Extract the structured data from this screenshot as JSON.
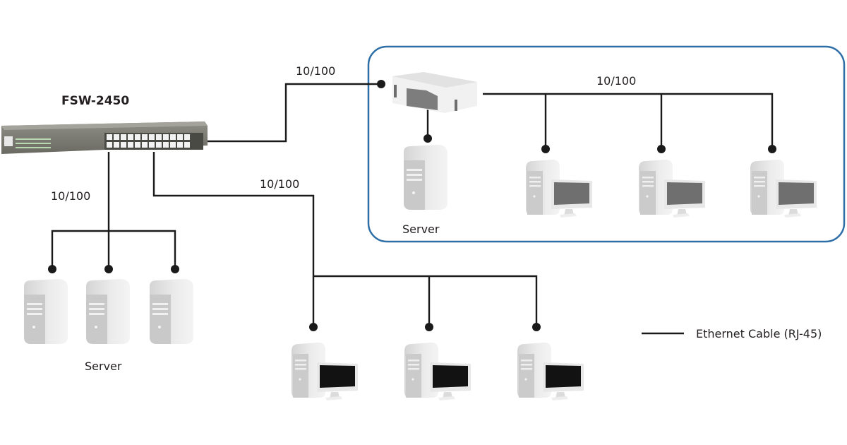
{
  "diagram": {
    "switch_label": "FSW-2450",
    "speed_labels": {
      "uplink": "10/100",
      "subnet": "10/100",
      "servers": "10/100",
      "workstations": "10/100"
    },
    "server_group_left_label": "Server",
    "server_subnet_label": "Server",
    "legend": {
      "label": "Ethernet Cable (RJ-45)"
    },
    "colors": {
      "cable": "#1a1a1a",
      "group_border": "#2f6fa8",
      "device_light": "#e6e6e6",
      "device_mid": "#cfcfcf",
      "screen_dark": "#121212",
      "screen_gray": "#6f6f6f",
      "switch_body": "#7a7a72"
    },
    "counts": {
      "left_servers": 3,
      "bottom_workstations": 3,
      "subnet_workstations": 3
    }
  }
}
